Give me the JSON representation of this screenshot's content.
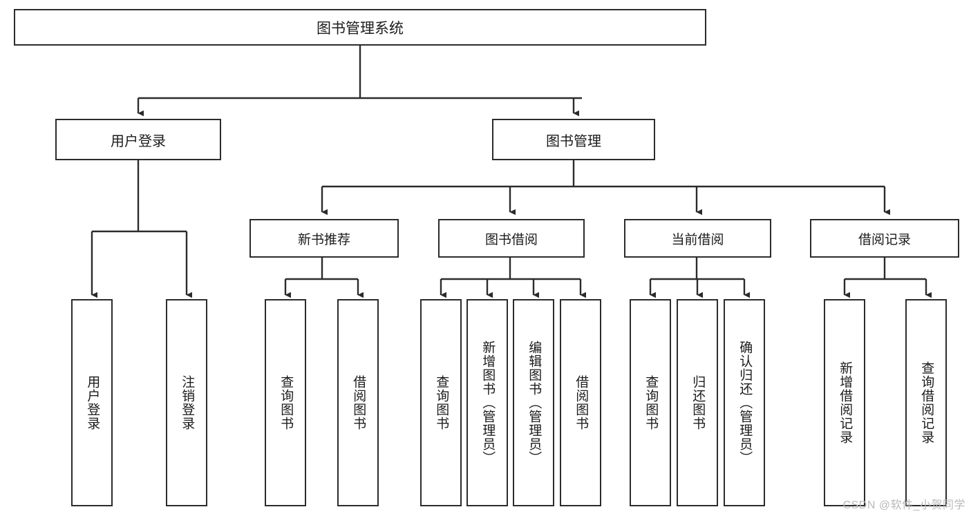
{
  "diagram": {
    "type": "hierarchy-tree",
    "title": "图书管理系统",
    "root": {
      "label": "图书管理系统"
    },
    "level2": [
      {
        "label": "用户登录"
      },
      {
        "label": "图书管理"
      }
    ],
    "level3": [
      {
        "label": "新书推荐"
      },
      {
        "label": "图书借阅"
      },
      {
        "label": "当前借阅"
      },
      {
        "label": "借阅记录"
      }
    ],
    "leaves": {
      "user_login": [
        {
          "label": "用户登录"
        },
        {
          "label": "注销登录"
        }
      ],
      "new_book_recommend": [
        {
          "label": "查询图书"
        },
        {
          "label": "借阅图书"
        }
      ],
      "book_borrow": [
        {
          "label": "查询图书"
        },
        {
          "label": "新增图书（管理员）"
        },
        {
          "label": "编辑图书（管理员）"
        },
        {
          "label": "借阅图书"
        }
      ],
      "current_borrow": [
        {
          "label": "查询图书"
        },
        {
          "label": "归还图书"
        },
        {
          "label": "确认归还（管理员）"
        }
      ],
      "borrow_record": [
        {
          "label": "新增借阅记录"
        },
        {
          "label": "查询借阅记录"
        }
      ]
    }
  },
  "watermark": {
    "text": "CSDN @软件_小贺同学"
  },
  "colors": {
    "stroke": "#2b2b2b",
    "background": "#ffffff",
    "text": "#1b1b1b",
    "watermark": "#b9b9b9"
  }
}
